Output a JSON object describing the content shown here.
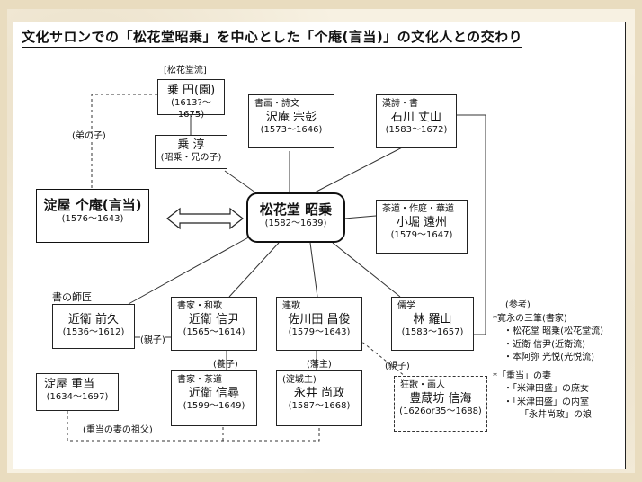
{
  "title": "文化サロンでの「松花堂昭乗」を中心とした「个庵(言当)」の文化人との交わり",
  "center": {
    "name": "松花堂 昭乗",
    "years": "(1582～1639)"
  },
  "yodoya_kozan": {
    "name": "淀屋 个庵(言当)",
    "years": "(1576～1643)"
  },
  "shokado_school_label": "[松花堂流]",
  "joen": {
    "name": "乗 円(園)",
    "years": "(1613?～1675)"
  },
  "jojun": {
    "name": "乗 淳",
    "note": "(昭乗・兄の子)"
  },
  "takuan": {
    "role": "書画・詩文",
    "name": "沢庵 宗彭",
    "years": "(1573～1646)"
  },
  "ishikawa": {
    "role": "漢詩・書",
    "name": "石川 丈山",
    "years": "(1583～1672)"
  },
  "kobori": {
    "role": "茶道・作庭・華道",
    "name": "小堀 遠州",
    "years": "(1579～1647)"
  },
  "nobutada": {
    "role": "書家・和歌",
    "name": "近衛 信尹",
    "years": "(1565～1614)"
  },
  "sakyuta": {
    "role": "連歌",
    "name": "佐川田 昌俊",
    "years": "(1579～1643)"
  },
  "hayashi": {
    "role": "儒学",
    "name": "林 羅山",
    "years": "(1583～1657)"
  },
  "sakihisa": {
    "name": "近衛 前久",
    "years": "(1536～1612)"
  },
  "shigeto": {
    "name": "淀屋 重当",
    "years": "(1634～1697)"
  },
  "nobuhiro": {
    "role": "書家・茶道",
    "name": "近衛 信尋",
    "years": "(1599～1649)"
  },
  "nagai": {
    "role": "(淀城主)",
    "name": "永井 尚政",
    "years": "(1587～1668)"
  },
  "shinkai": {
    "role": "狂歌・画人",
    "name": "豊蔵坊 信海",
    "years": "(1626or35～1688)"
  },
  "labels": {
    "otouto_no_ko": "(弟の子)",
    "sho_no_shisho": "書の師匠",
    "oyako1": "(親子)",
    "oyako2": "(親子)",
    "yoshi": "(養子)",
    "hanshu": "(藩主)",
    "shigeto_relation": "(重当の妻の祖父)"
  },
  "notes": [
    "(参考)",
    "*寛永の三筆(書家)",
    "・松花堂 昭乗(松花堂流)",
    "・近衛 信尹(近衛流)",
    "・本阿弥 光悦(光悦流)",
    "",
    "*「重当」の妻",
    "・「米津田盛」の庶女",
    "・「米津田盛」の内室",
    "「永井尚政」の娘"
  ]
}
